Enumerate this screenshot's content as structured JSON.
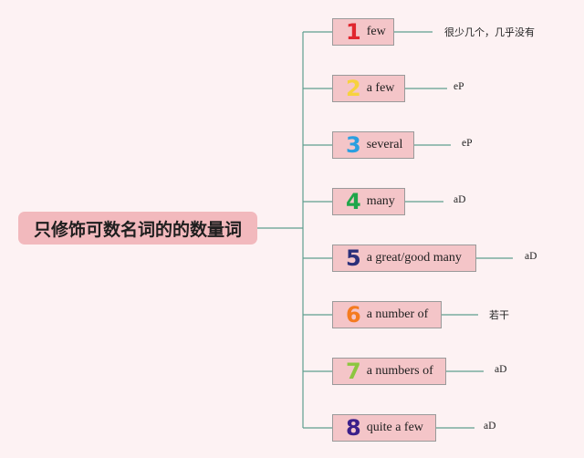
{
  "root": {
    "label": "只修饰可数名词的的数量词"
  },
  "items": [
    {
      "number": "1",
      "color": "#e0262f",
      "label": "few",
      "note": "很少几个，几乎没有"
    },
    {
      "number": "2",
      "color": "#f7d23e",
      "label": "a few",
      "note": "eP"
    },
    {
      "number": "3",
      "color": "#2a9fe0",
      "label": "several",
      "note": "eP"
    },
    {
      "number": "4",
      "color": "#1fa64a",
      "label": "many",
      "note": "aD"
    },
    {
      "number": "5",
      "color": "#2a2f7a",
      "label": "a great/good many",
      "note": "aD"
    },
    {
      "number": "6",
      "color": "#f47b20",
      "label": "a number of",
      "note": "若干"
    },
    {
      "number": "7",
      "color": "#8cc63f",
      "label": "a numbers of",
      "note": "aD"
    },
    {
      "number": "8",
      "color": "#3b1f8a",
      "label": "quite a few",
      "note": "aD"
    }
  ]
}
